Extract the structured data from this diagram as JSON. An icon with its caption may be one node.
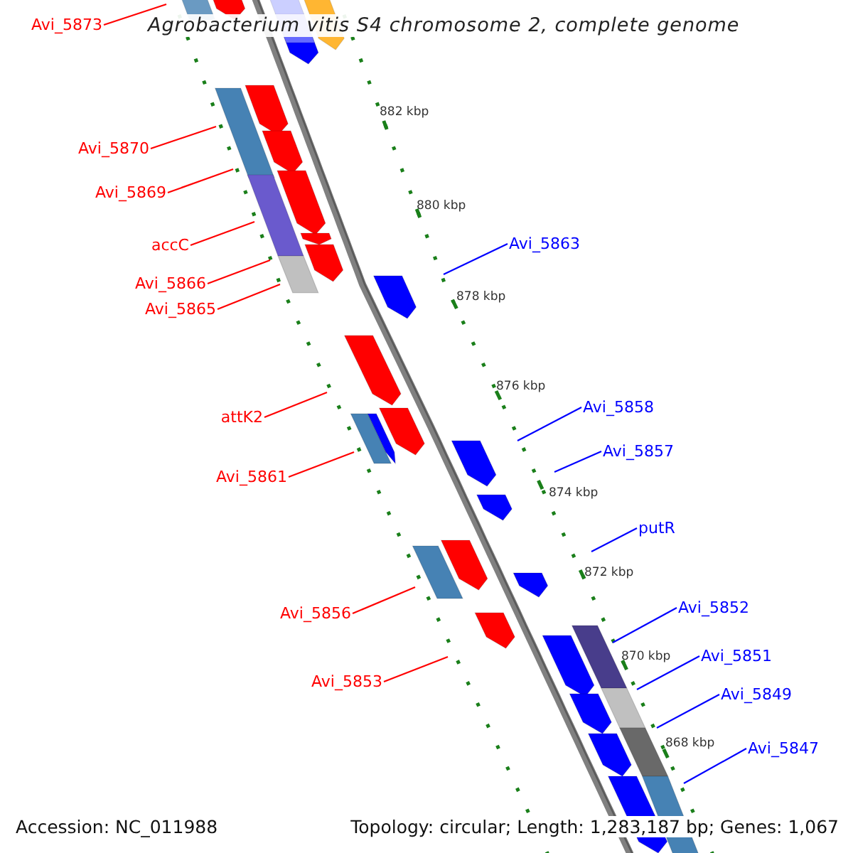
{
  "diagram": {
    "title": "Agrobacterium vitis S4 chromosome 2, complete genome",
    "nodes": [
      {
        "text": [
          "Avi_5873"
        ]
      },
      {
        "text": [
          "Avi_5870"
        ]
      },
      {
        "text": [
          "Avi_5869"
        ]
      },
      {
        "text": [
          "accC"
        ]
      },
      {
        "text": [
          "Avi_5863"
        ]
      },
      {
        "text": [
          "Avi_5866"
        ]
      },
      {
        "text": [
          "Avi_5865"
        ]
      },
      {
        "text": [
          "Avi_5858"
        ]
      },
      {
        "text": [
          "attK2"
        ]
      },
      {
        "text": [
          "Avi_5857"
        ]
      },
      {
        "text": [
          "Avi_5861"
        ]
      },
      {
        "text": [
          "putR"
        ]
      },
      {
        "text": [
          "Avi_5852"
        ]
      },
      {
        "text": [
          "Avi_5856"
        ]
      },
      {
        "text": [
          "Avi_5851"
        ]
      },
      {
        "text": [
          "Avi_5853"
        ]
      },
      {
        "text": [
          "Avi_5849"
        ]
      },
      {
        "text": [
          "Avi_5847"
        ]
      }
    ],
    "edges": [
      {
        "from": 0,
        "to": null,
        "arrow": "none"
      },
      {
        "from": 1,
        "to": null,
        "arrow": "none"
      },
      {
        "from": 2,
        "to": null,
        "arrow": "none"
      },
      {
        "from": 3,
        "to": null,
        "arrow": "none"
      },
      {
        "from": 4,
        "to": null,
        "arrow": "none",
        "color": "#0000ff"
      },
      {
        "from": 5,
        "to": null,
        "arrow": "none"
      },
      {
        "from": 6,
        "to": null,
        "arrow": "none"
      },
      {
        "from": 7,
        "to": null,
        "arrow": "none",
        "color": "#0000ff"
      },
      {
        "from": 8,
        "to": null,
        "arrow": "none"
      },
      {
        "from": 9,
        "to": null,
        "arrow": "none",
        "color": "#0000ff"
      },
      {
        "from": 10,
        "to": null,
        "arrow": "none"
      },
      {
        "from": 11,
        "to": null,
        "arrow": "none",
        "color": "#0000ff"
      },
      {
        "from": 12,
        "to": null,
        "arrow": "none",
        "color": "#0000ff"
      },
      {
        "from": 13,
        "to": null,
        "arrow": "none"
      },
      {
        "from": 14,
        "to": null,
        "arrow": "none",
        "color": "#0000ff"
      },
      {
        "from": 15,
        "to": null,
        "arrow": "none"
      },
      {
        "from": 16,
        "to": null,
        "arrow": "none",
        "color": "#0000ff"
      },
      {
        "from": 17,
        "to": null,
        "arrow": "none",
        "color": "#0000ff"
      }
    ],
    "labels": [
      "882 kbp",
      "880 kbp",
      "878 kbp",
      "876 kbp",
      "874 kbp",
      "872 kbp",
      "870 kbp",
      "868 kbp",
      "Accession: NC_011988",
      "Topology: circular; Length: 1,283,187 bp; Genes: 1,067"
    ]
  }
}
